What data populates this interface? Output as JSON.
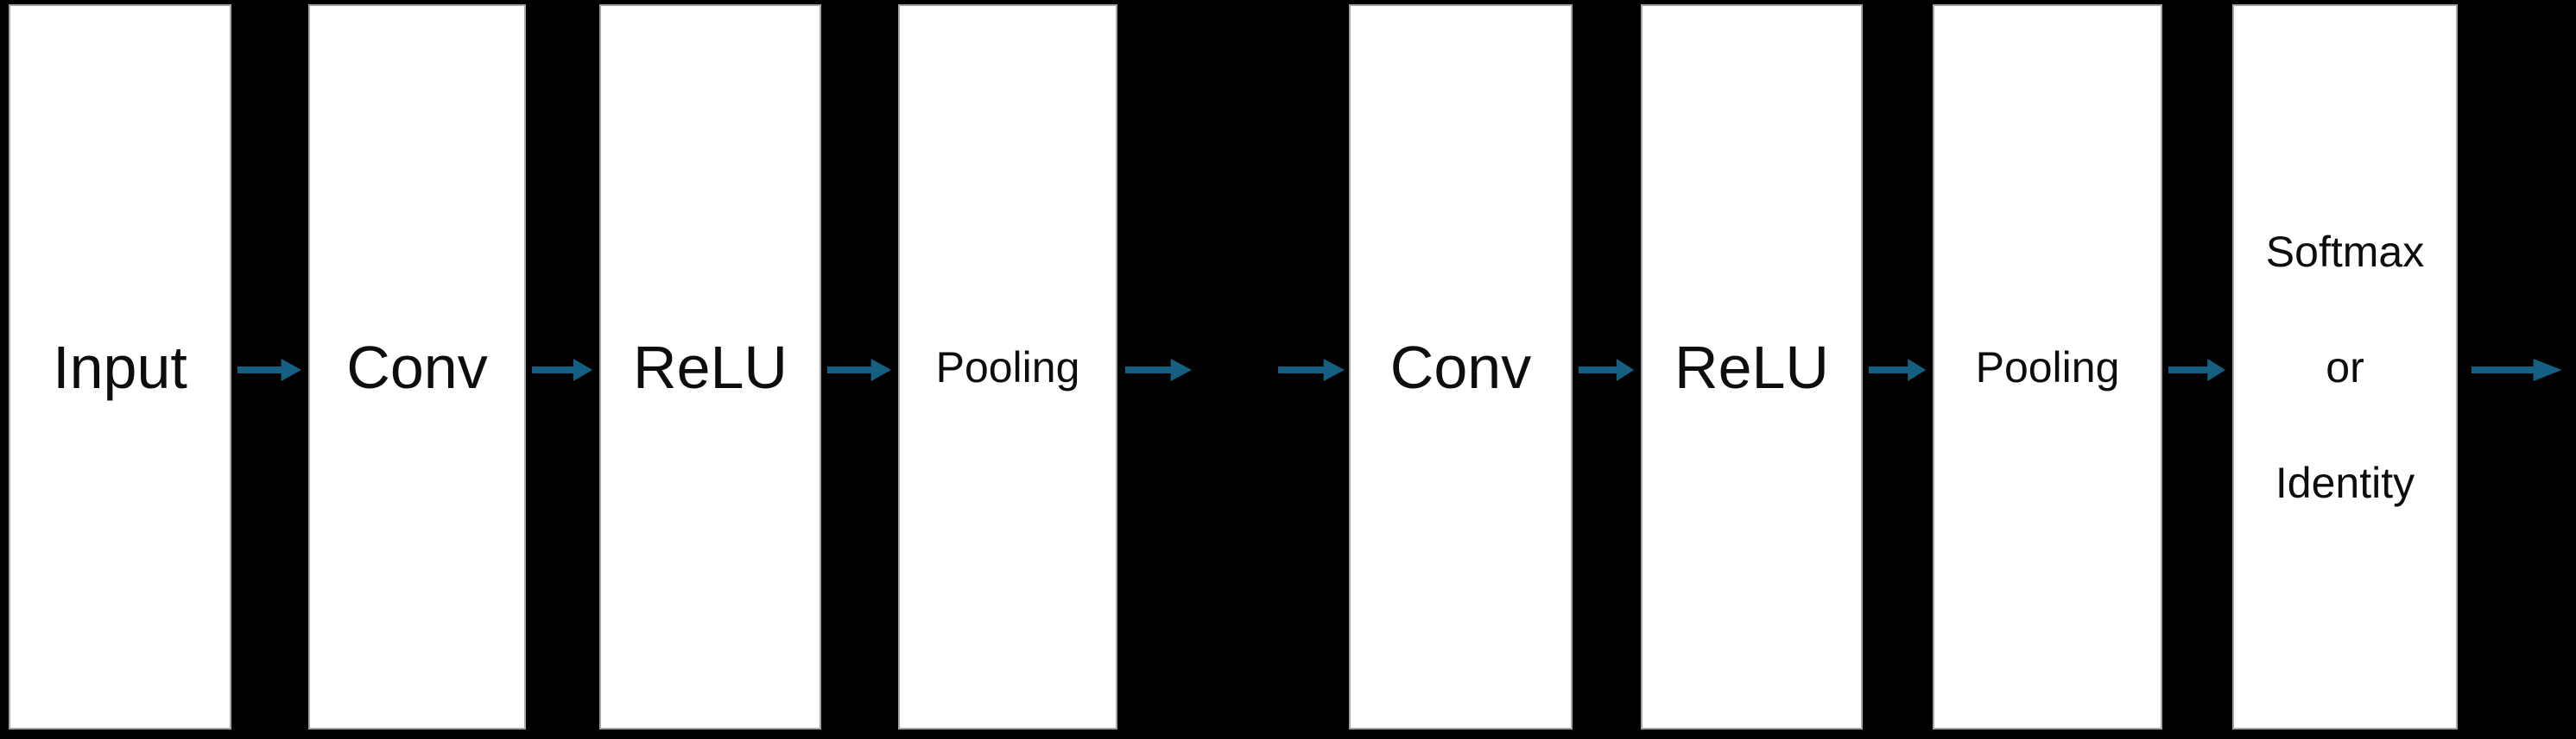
{
  "diagram": {
    "background_color": "#000000",
    "box_fill_color": "#ffffff",
    "box_border_color": "#a6a6a6",
    "text_color": "#0d0d0d",
    "arrow_color": "#156082",
    "boxes": [
      {
        "label": "Input"
      },
      {
        "label": "Conv"
      },
      {
        "label": "ReLU"
      },
      {
        "label": "Pooling"
      },
      {
        "label": "Conv"
      },
      {
        "label": "ReLU"
      },
      {
        "label": "Pooling"
      },
      {
        "lines": [
          "Softmax",
          "or",
          "Identity"
        ]
      }
    ]
  }
}
